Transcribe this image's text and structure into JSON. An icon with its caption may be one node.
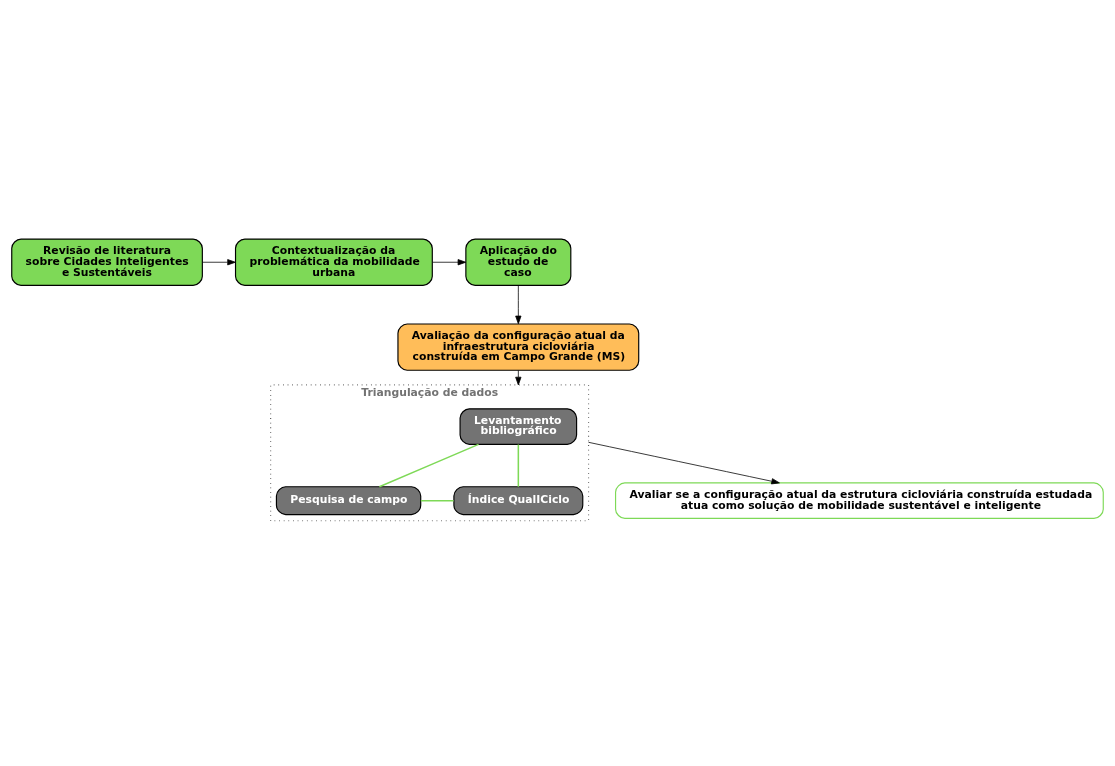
{
  "diagram": {
    "nodes": [
      {
        "text": [
          "Revisão de literatura sobre Cidades Inteligentes e Sustentáveis"
        ]
      },
      {
        "text": [
          "Contextualização da problemática da mobilidade urbana"
        ]
      },
      {
        "text": [
          "Aplicação do estudo de caso"
        ]
      },
      {
        "text": [
          "Avaliação da configuração atual da infraestrutura cicloviária construída em Campo Grande (MS)"
        ]
      },
      {
        "text": [
          "Triangulação de dados"
        ]
      },
      {
        "text": [
          "Levantamento bibliográfico"
        ],
        "in": 4
      },
      {
        "text": [
          "Pesquisa de campo"
        ],
        "in": 4
      },
      {
        "text": [
          "Índice QualICiclo"
        ],
        "in": 4
      },
      {
        "text": [
          "Avaliar se a configuração atual da estrutura cicloviária construída estudada atua como solução de mobilidade sustentável e inteligente"
        ]
      }
    ],
    "edges": [
      {
        "from": 0,
        "to": 1,
        "arrow": "to"
      },
      {
        "from": 1,
        "to": 2,
        "arrow": "to"
      },
      {
        "from": 2,
        "to": 3,
        "arrow": "to"
      },
      {
        "from": 3,
        "to": 4,
        "arrow": "to"
      },
      {
        "from": 5,
        "to": 6,
        "arrow": "none",
        "color": "#7ed957"
      },
      {
        "from": 5,
        "to": 7,
        "arrow": "none",
        "color": "#7ed957"
      },
      {
        "from": 6,
        "to": 7,
        "arrow": "none",
        "color": "#7ed957"
      },
      {
        "from": 4,
        "to": 8,
        "arrow": "to"
      }
    ]
  }
}
